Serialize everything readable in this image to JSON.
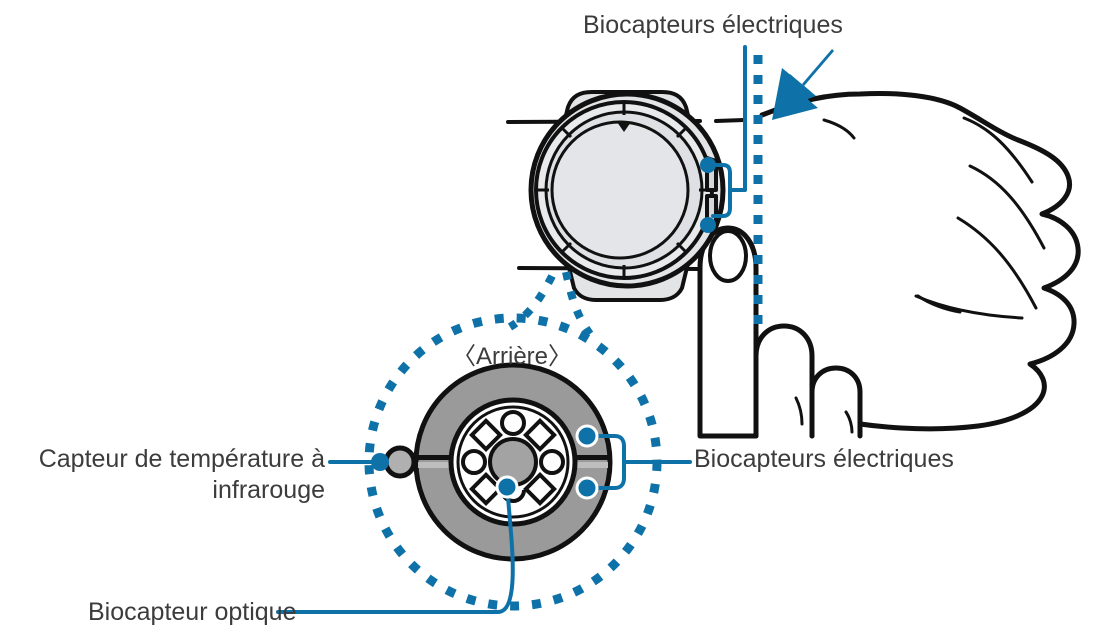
{
  "figure": {
    "title_hidden": "",
    "background_color": "#ffffff",
    "accent_color": "#0E72A8",
    "outline_color": "#1a1a1a",
    "device_body_color": "#e3e4e6",
    "device_back_color": "#9a9a9a",
    "text_color": "#3c3c3c"
  },
  "labels": {
    "top_callout": "Biocapteurs électriques",
    "left_callout": "Capteur de température à\ninfrarouge",
    "right_callout": "Biocapteurs électriques",
    "bottom_callout": "Biocapteur optique",
    "magnifier_caption": "〈Arrière〉"
  },
  "callouts": [
    {
      "name": "electrical-biosensors-top",
      "label": "Biocapteurs électriques",
      "points_to": "watch-side-buttons",
      "marker_count": 2
    },
    {
      "name": "infrared-temperature-sensor",
      "label": "Capteur de température à infrarouge",
      "points_to": "temperature-sensor-dot",
      "marker_count": 1
    },
    {
      "name": "electrical-biosensors-back",
      "label": "Biocapteurs électriques",
      "points_to": "back-contact-pads",
      "marker_count": 2
    },
    {
      "name": "optical-biosensor",
      "label": "Biocapteur optique",
      "points_to": "optical-sensor-array",
      "marker_count": 1
    }
  ],
  "magnified_view": {
    "caption": "〈Arrière〉",
    "sensor_array": {
      "elements": 8,
      "shapes": [
        "circle",
        "diamond",
        "circle",
        "diamond",
        "circle",
        "diamond",
        "circle",
        "diamond"
      ],
      "center": "circle"
    }
  },
  "illustration": {
    "hand": "closed-fist-wearing-watch",
    "finger": "index-finger-pointing-at-watch-side",
    "arrow": "blue-arrow-pointing-down-left",
    "watch": "smartwatch-front-view-with-bezel-ticks-and-two-side-buttons"
  }
}
